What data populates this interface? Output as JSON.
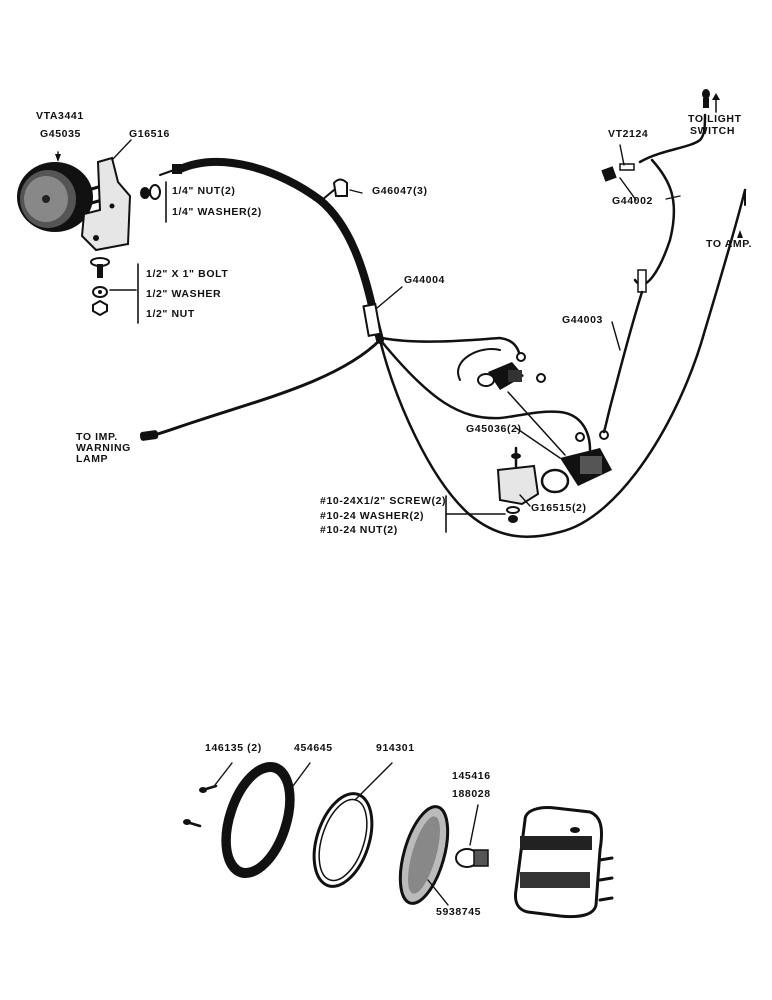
{
  "labels": {
    "vta3441": "VTA3441",
    "g45035": "G45035",
    "g16516": "G16516",
    "nut_quarter": "1/4\" NUT(2)",
    "washer_quarter": "1/4\" WASHER(2)",
    "g46047": "G46047(3)",
    "vt2124": "VT2124",
    "to_light_switch_1": "TO LIGHT",
    "to_light_switch_2": "SWITCH",
    "g44002": "G44002",
    "to_amp": "TO AMP.",
    "bolt_half": "1/2\" X 1\" BOLT",
    "washer_half": "1/2\" WASHER",
    "nut_half": "1/2\" NUT",
    "g44004": "G44004",
    "g44003": "G44003",
    "to_imp_1": "TO IMP.",
    "to_imp_2": "WARNING",
    "to_imp_3": "LAMP",
    "g45036": "G45036(2)",
    "screw_10_24": "#10-24X1/2\" SCREW(2)",
    "washer_10_24": "#10-24 WASHER(2)",
    "nut_10_24": "#10-24 NUT(2)",
    "g16515": "G16515(2)",
    "p146135": "146135 (2)",
    "p454645": "454645",
    "p914301": "914301",
    "p145416": "145416",
    "p188028": "188028",
    "p5938745": "5938745"
  },
  "colors": {
    "ink": "#111111",
    "paper": "#ffffff",
    "shade": "#444444"
  }
}
